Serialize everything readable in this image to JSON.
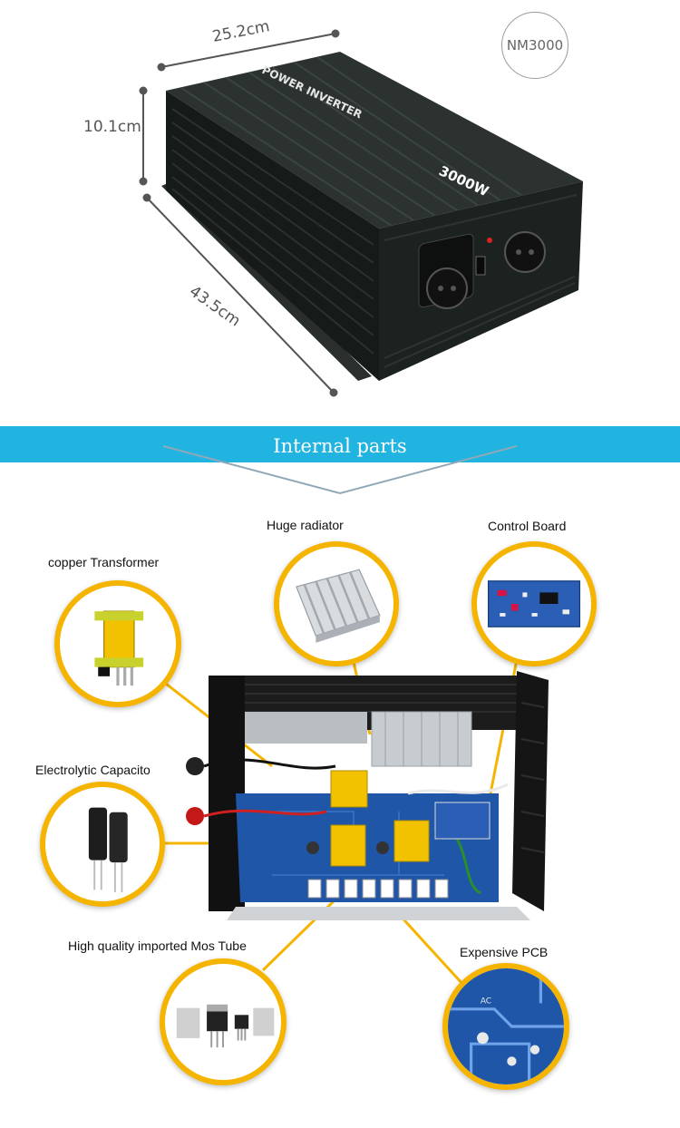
{
  "dimensions": {
    "width": "25.2cm",
    "height": "10.1cm",
    "length": "43.5cm"
  },
  "model": "NM3000",
  "product_print": {
    "brand_line": "POWER INVERTER",
    "wattage": "3000W"
  },
  "section_title": "Internal parts",
  "parts": [
    {
      "label": "Huge radiator",
      "icon": "heatsink-icon"
    },
    {
      "label": "Control Board",
      "icon": "control-board-icon"
    },
    {
      "label": "copper  Transformer",
      "icon": "transformer-icon"
    },
    {
      "label": "Electrolytic Capacito",
      "icon": "capacitor-icon"
    },
    {
      "label": "High quality imported Mos Tube",
      "icon": "mos-tube-icon"
    },
    {
      "label": "Expensive PCB",
      "icon": "pcb-icon"
    }
  ],
  "colors": {
    "banner": "#22b4e0",
    "callout_ring": "#f5b400",
    "pcb_blue": "#1f56a8",
    "housing": "#1d2321"
  }
}
